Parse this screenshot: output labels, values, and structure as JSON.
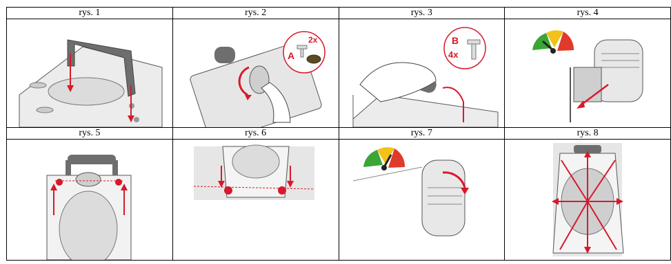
{
  "captions": [
    "rys. 1",
    "rys. 2",
    "rys. 3",
    "rys. 4",
    "rys. 5",
    "rys. 6",
    "rys. 7",
    "rys. 8"
  ],
  "callouts": {
    "part_a": {
      "letter": "A",
      "count": "2x"
    },
    "part_b": {
      "letter": "B",
      "count": "4x"
    }
  },
  "colors": {
    "arrow": "#d7192a",
    "grip": "#6e6e6e",
    "base": "#e3e3e3",
    "line": "#3a3a3a"
  }
}
